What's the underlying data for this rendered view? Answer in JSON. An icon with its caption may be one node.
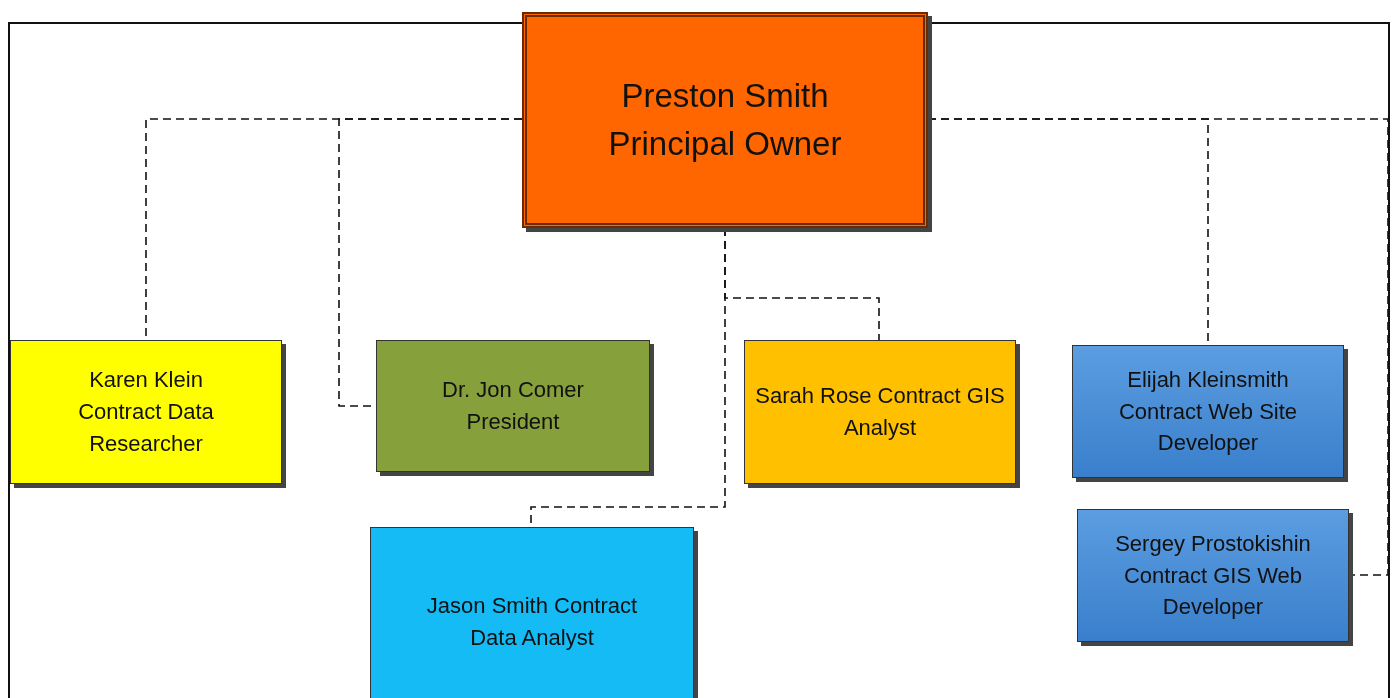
{
  "diagram": {
    "nodes": [
      {
        "text": [
          "Preston Smith Principal Owner"
        ]
      },
      {
        "text": [
          "Karen Klein Contract Data Researcher"
        ]
      },
      {
        "text": [
          "Dr. Jon Comer President"
        ]
      },
      {
        "text": [
          "Sarah Rose Contract GIS Analyst"
        ]
      },
      {
        "text": [
          "Jason Smith Contract Data Analyst"
        ]
      },
      {
        "text": [
          "Elijah Kleinsmith Contract Web Site Developer"
        ]
      },
      {
        "text": [
          "Sergey Prostokishin Contract GIS Web Developer"
        ]
      }
    ],
    "edges": [
      {
        "from": 0,
        "to": 1,
        "arrow": "none",
        "style": "dashed"
      },
      {
        "from": 0,
        "to": 2,
        "arrow": "none",
        "style": "dashed"
      },
      {
        "from": 0,
        "to": 3,
        "arrow": "none",
        "style": "dashed"
      },
      {
        "from": 0,
        "to": 4,
        "arrow": "none",
        "style": "dashed"
      },
      {
        "from": 0,
        "to": 5,
        "arrow": "none",
        "style": "dashed"
      },
      {
        "from": 0,
        "to": 6,
        "arrow": "none",
        "style": "dashed"
      }
    ]
  }
}
